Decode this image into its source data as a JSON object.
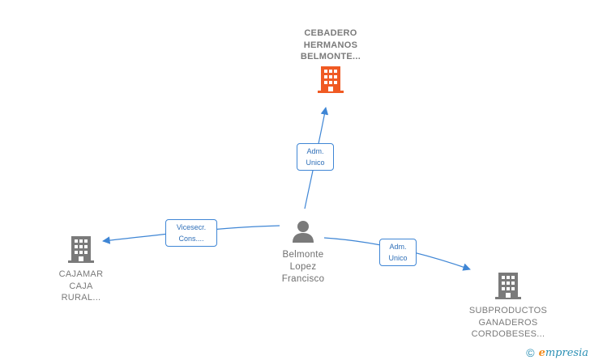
{
  "colors": {
    "edge": "#3f86d5",
    "main_company": "#f05a23",
    "company": "#7a7a7a",
    "person": "#7a7a7a"
  },
  "nodes": {
    "main": {
      "lines": [
        "CEBADERO",
        "HERMANOS",
        "BELMONTE..."
      ],
      "icon": "building-icon"
    },
    "person": {
      "lines": [
        "Belmonte",
        "Lopez",
        "Francisco"
      ],
      "icon": "person-icon"
    },
    "cajamar": {
      "lines": [
        "CAJAMAR",
        "CAJA",
        "RURAL..."
      ],
      "icon": "building-icon"
    },
    "subproductos": {
      "lines": [
        "SUBPRODUCTOS",
        "GANADEROS",
        "CORDOBESES..."
      ],
      "icon": "building-icon"
    }
  },
  "edges": {
    "to_main": {
      "lines": [
        "Adm.",
        "Unico"
      ]
    },
    "to_cajamar": {
      "lines": [
        "Vicesecr.",
        "Cons...."
      ]
    },
    "to_subproductos": {
      "lines": [
        "Adm.",
        "Unico"
      ]
    }
  },
  "footer": {
    "copyright": "©",
    "brand_initial": "e",
    "brand_rest": "mpresia"
  }
}
